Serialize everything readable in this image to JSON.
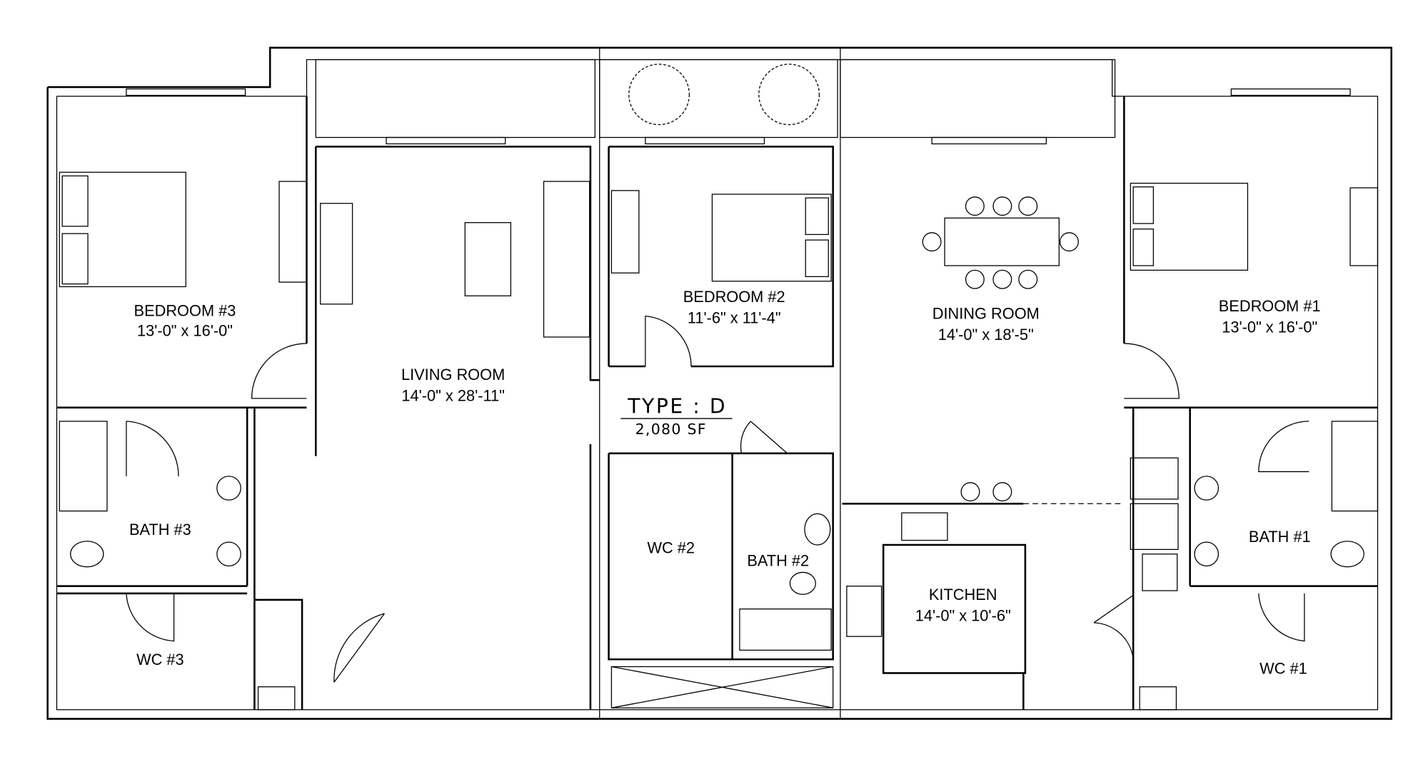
{
  "plan": {
    "type_label": "TYPE : D",
    "area_label": "2,080 SF",
    "rooms": [
      {
        "name": "BEDROOM #3",
        "size": "13'-0\" x 16'-0\""
      },
      {
        "name": "LIVING ROOM",
        "size": "14'-0\" x 28'-11\""
      },
      {
        "name": "BEDROOM #2",
        "size": "11'-6\" x 11'-4\""
      },
      {
        "name": "DINING ROOM",
        "size": "14'-0\" x 18'-5\""
      },
      {
        "name": "BEDROOM #1",
        "size": "13'-0\" x 16'-0\""
      },
      {
        "name": "KITCHEN",
        "size": "14'-0\" x 10'-6\""
      },
      {
        "name": "BATH #3"
      },
      {
        "name": "WC #3"
      },
      {
        "name": "WC #2"
      },
      {
        "name": "BATH #2"
      },
      {
        "name": "BATH #1"
      },
      {
        "name": "WC #1"
      }
    ]
  }
}
